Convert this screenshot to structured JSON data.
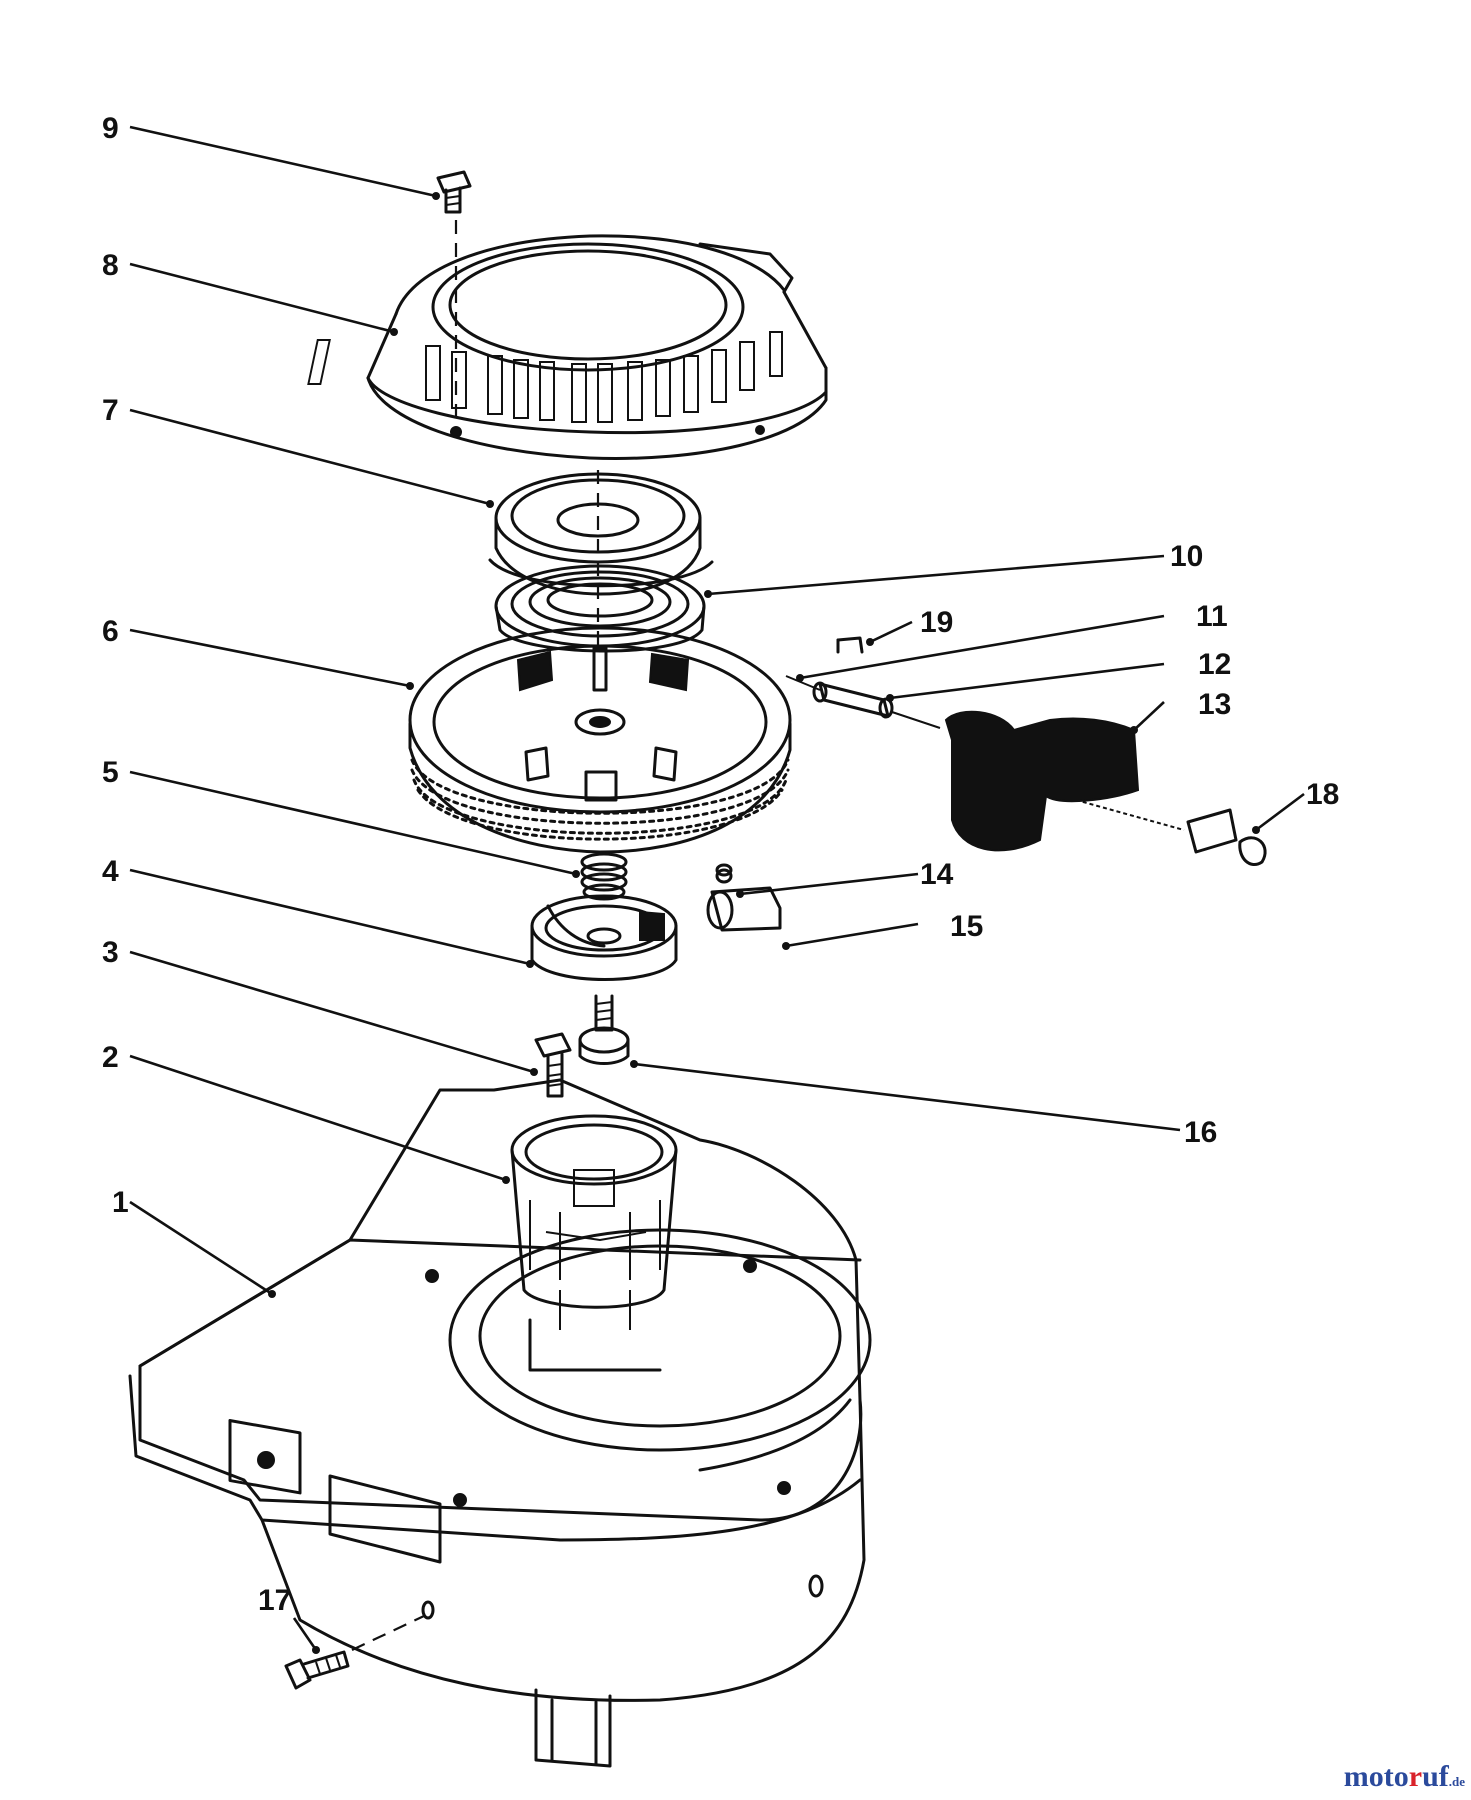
{
  "callouts": [
    {
      "id": "1",
      "text": "1"
    },
    {
      "id": "2",
      "text": "2"
    },
    {
      "id": "3",
      "text": "3"
    },
    {
      "id": "4",
      "text": "4"
    },
    {
      "id": "5",
      "text": "5"
    },
    {
      "id": "6",
      "text": "6"
    },
    {
      "id": "7",
      "text": "7"
    },
    {
      "id": "8",
      "text": "8"
    },
    {
      "id": "9",
      "text": "9"
    },
    {
      "id": "10",
      "text": "10"
    },
    {
      "id": "11",
      "text": "11"
    },
    {
      "id": "12",
      "text": "12"
    },
    {
      "id": "13",
      "text": "13"
    },
    {
      "id": "14",
      "text": "14"
    },
    {
      "id": "15",
      "text": "15"
    },
    {
      "id": "16",
      "text": "16"
    },
    {
      "id": "17",
      "text": "17"
    },
    {
      "id": "18",
      "text": "18"
    },
    {
      "id": "19",
      "text": "19"
    }
  ],
  "watermark": {
    "part1": "moto",
    "part2": "r",
    "part3": "uf",
    "suffix": ".de"
  },
  "colors": {
    "line": "#111111",
    "watermark_blue": "#2b4a9c",
    "watermark_red": "#d9222a"
  }
}
